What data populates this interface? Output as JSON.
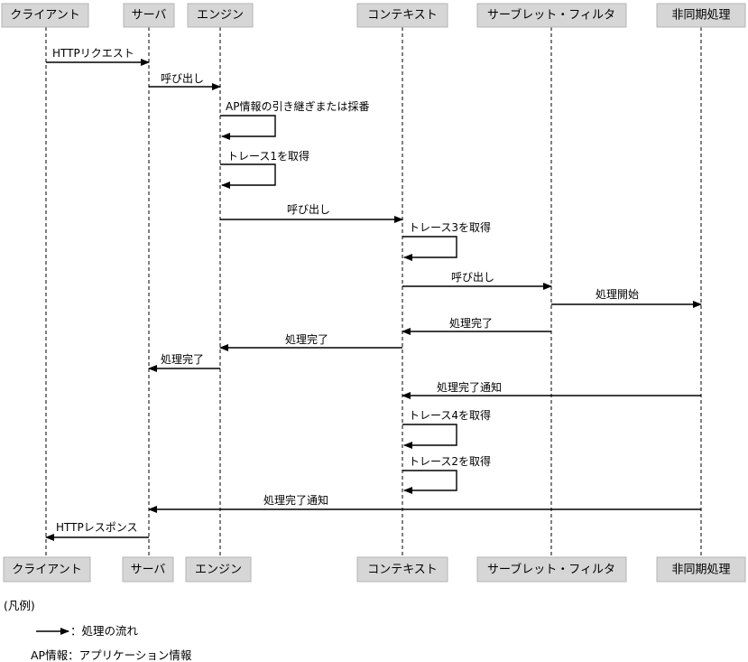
{
  "participants": {
    "client": "クライアント",
    "server": "サーバ",
    "engine": "エンジン",
    "context": "コンテキスト",
    "servlet": "サーブレット・フィルタ",
    "async": "非同期処理"
  },
  "messages": {
    "http_request": "HTTPリクエスト",
    "call_server_engine": "呼び出し",
    "ap_info_inherit": "AP情報の引き継ぎまたは採番",
    "trace1": "トレース1を取得",
    "call_engine_context": "呼び出し",
    "trace3": "トレース3を取得",
    "call_context_servlet": "呼び出し",
    "process_start": "処理開始",
    "complete_servlet_context": "処理完了",
    "complete_context_engine": "処理完了",
    "complete_engine_server": "処理完了",
    "notify_async_context": "処理完了通知",
    "trace4": "トレース4を取得",
    "trace2": "トレース2を取得",
    "notify_async_server": "処理完了通知",
    "http_response": "HTTPレスポンス"
  },
  "legend": {
    "title": "(凡例)",
    "arrow_desc": "：処理の流れ",
    "ap_info_desc": "AP情報：アプリケーション情報"
  }
}
